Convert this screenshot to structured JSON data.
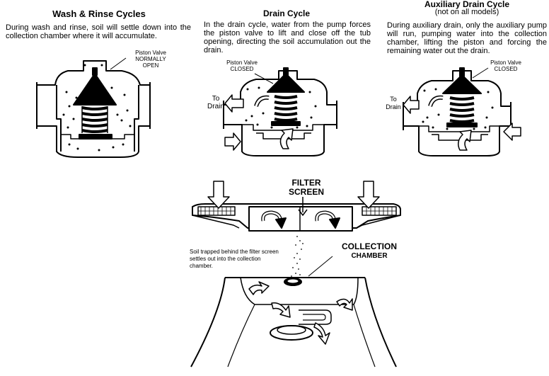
{
  "panels": [
    {
      "title": "Wash & Rinse Cycles",
      "text": "During wash and rinse, soil will settle down into the collection chamber where it will accumulate.",
      "valve_label": "Piston Valve",
      "valve_state_1": "NORMALLY",
      "valve_state_2": "OPEN"
    },
    {
      "title": "Drain Cycle",
      "text": "In the drain cycle, water from the pump forces the piston valve to lift and close off the tub opening, directing the soil accumulation out the drain.",
      "valve_label": "Piston Valve",
      "valve_state": "CLOSED",
      "drain_label_1": "To",
      "drain_label_2": "Drain"
    },
    {
      "title": "Auxiliary Drain Cycle",
      "subtitle": "(not on all models)",
      "text": "During auxiliary drain, only the auxiliary pump will run, pumping water into the collection chamber, lifting the piston and forcing the remaining water out the drain.",
      "valve_label": "Piston Valve",
      "valve_state": "CLOSED",
      "drain_label_1": "To",
      "drain_label_2": "Drain"
    }
  ],
  "bottom": {
    "filter_label_1": "FILTER",
    "filter_label_2": "SCREEN",
    "chamber_label_1": "COLLECTION",
    "chamber_label_2": "CHAMBER",
    "soil_note": "Soil trapped behind the filter screen settles out into the collection chamber."
  }
}
